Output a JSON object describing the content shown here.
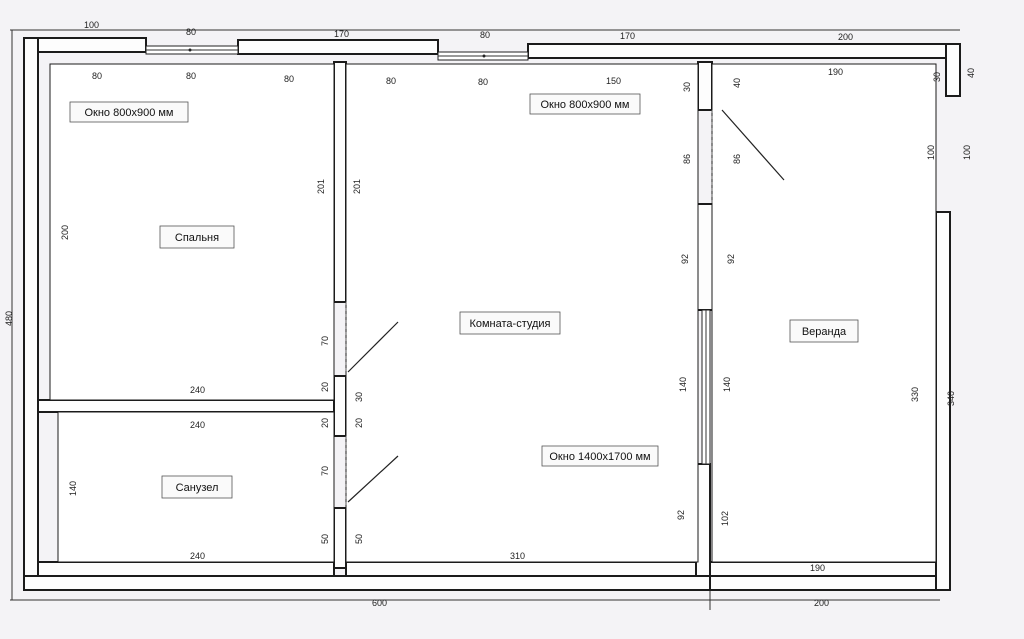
{
  "rooms": {
    "bedroom": "Спальня",
    "studio": "Комната-студия",
    "veranda": "Веранда",
    "bathroom": "Санузел"
  },
  "windows": {
    "w1": "Окно 800x900 мм",
    "w2": "Окно 800x900 мм",
    "w3": "Окно 1400x1700 мм"
  },
  "dims": {
    "top_100": "100",
    "top_80a": "80",
    "top_170a": "170",
    "top_80b": "80",
    "top_170b": "170",
    "top_200": "200",
    "in_80a": "80",
    "in_80b": "80",
    "in_80c": "80",
    "in_80d": "80",
    "in_80e": "80",
    "in_150": "150",
    "in_190": "190",
    "in_30a": "30",
    "in_40a": "40",
    "in_30b": "30",
    "in_40b": "40",
    "v_201a": "201",
    "v_201b": "201",
    "v_200": "200",
    "v_480": "480",
    "v_86a": "86",
    "v_86b": "86",
    "v_92a": "92",
    "v_92b": "92",
    "v_100a": "100",
    "v_100b": "100",
    "v_140a": "140",
    "v_140b": "140",
    "v_330": "330",
    "v_340": "340",
    "v_70a": "70",
    "v_20a": "20",
    "v_30": "30",
    "v_20b": "20",
    "v_20c": "20",
    "v_70b": "70",
    "v_50a": "50",
    "v_50b": "50",
    "v_140c": "140",
    "v_92c": "92",
    "v_102": "102",
    "h_240a": "240",
    "h_240b": "240",
    "h_240c": "240",
    "h_310": "310",
    "h_190b": "190",
    "b_600": "600",
    "b_200": "200"
  }
}
